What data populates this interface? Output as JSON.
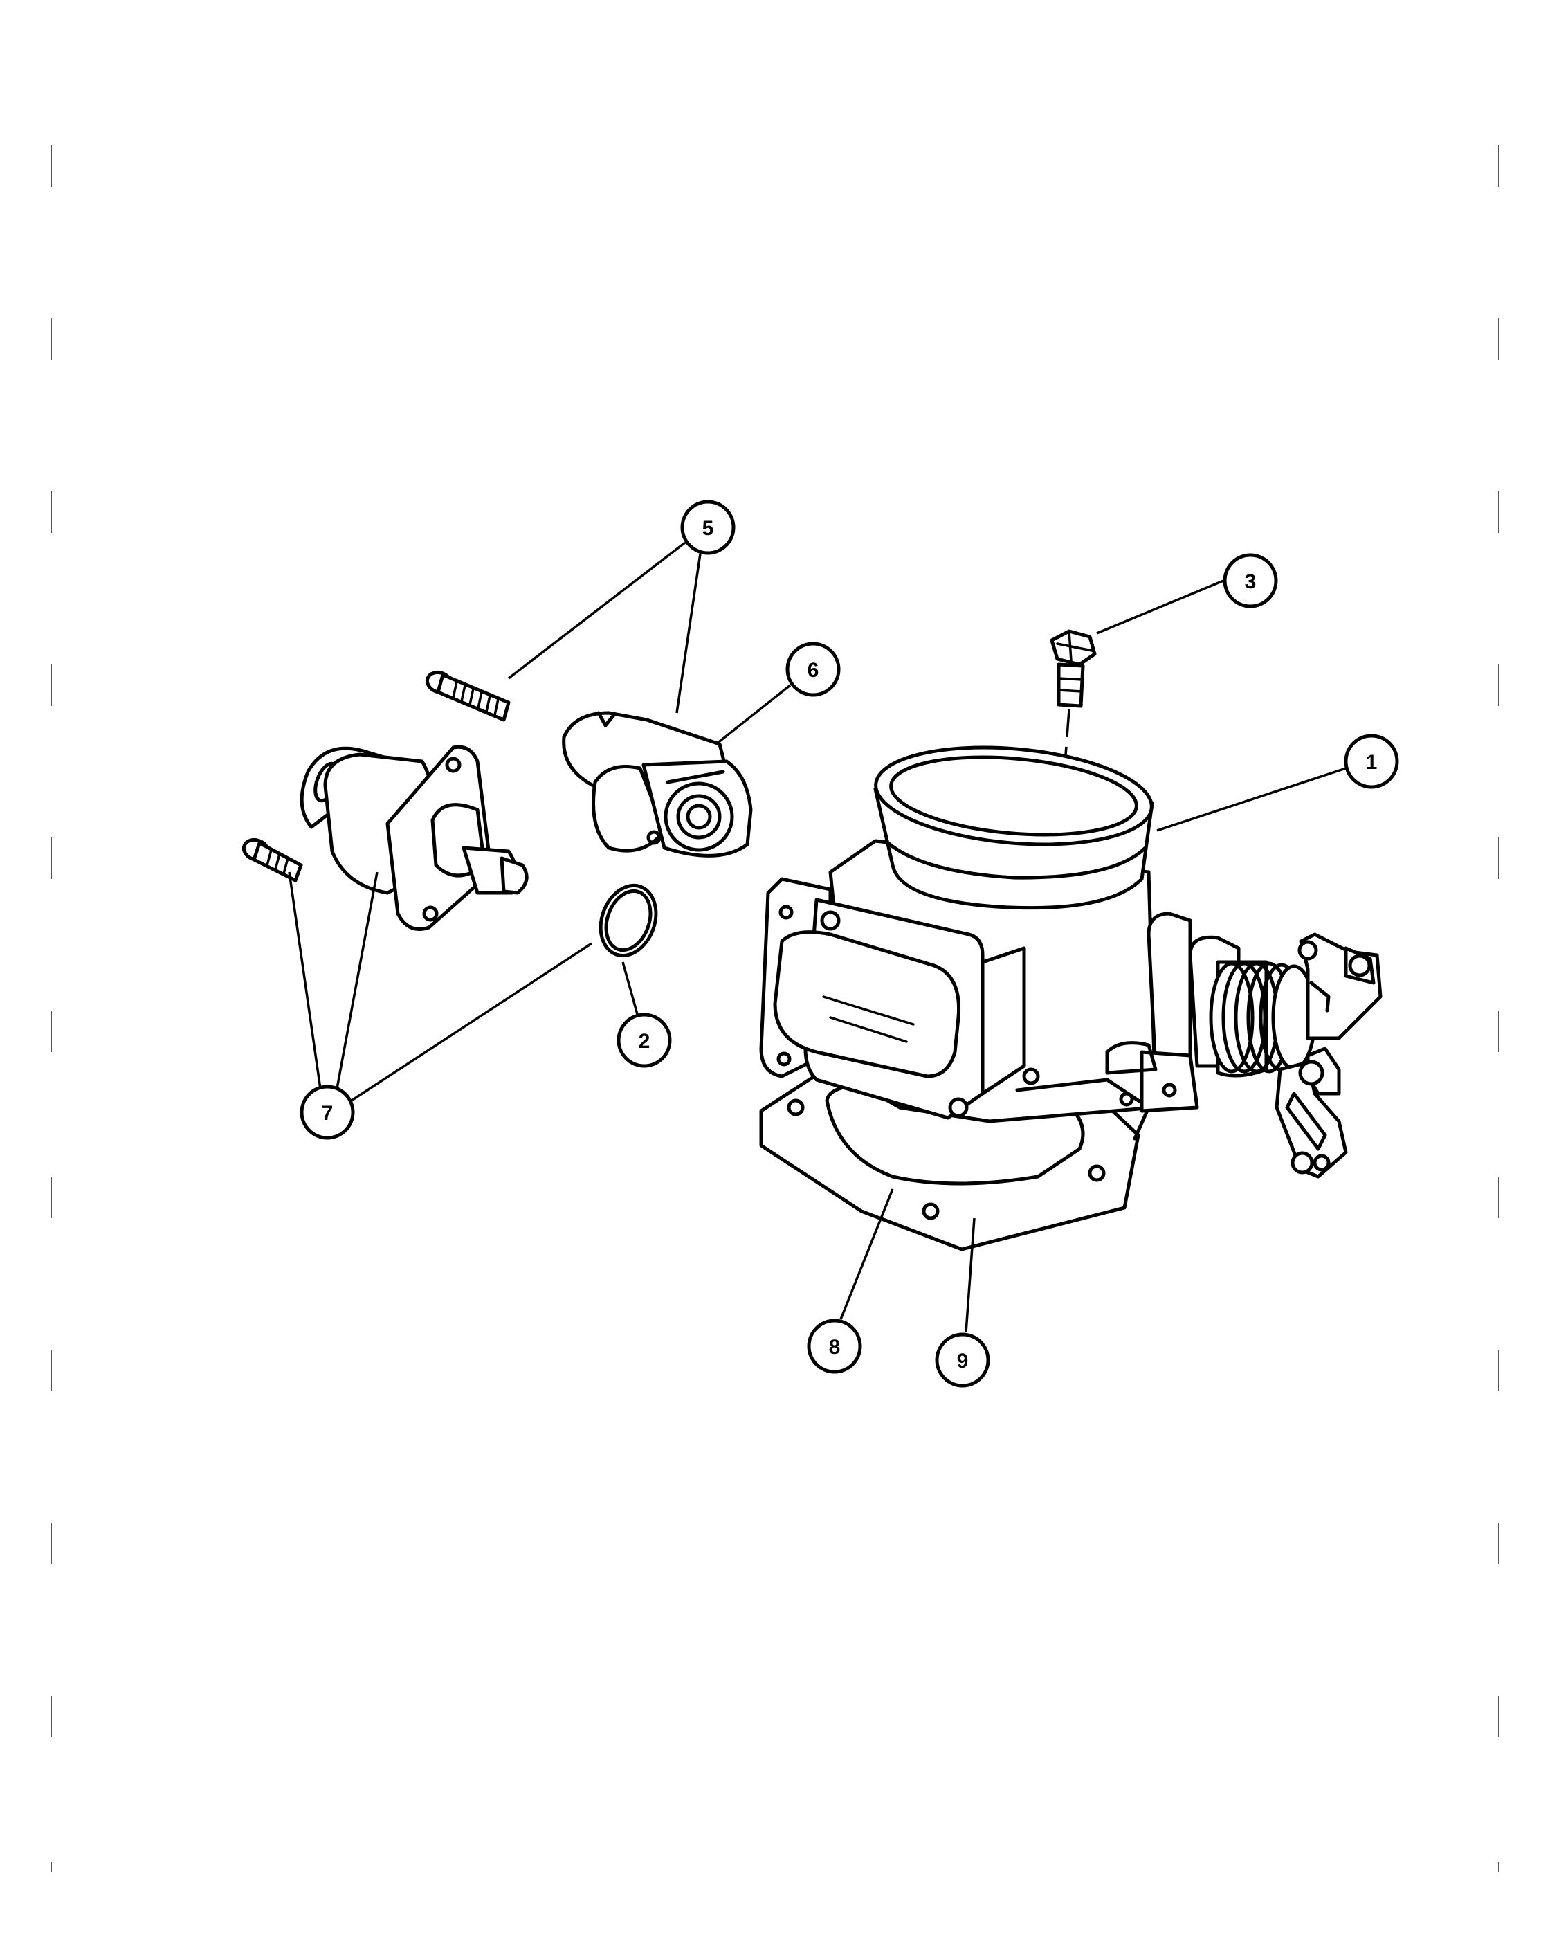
{
  "diagram": {
    "callouts": [
      {
        "id": "c1",
        "label": "1"
      },
      {
        "id": "c2",
        "label": "2"
      },
      {
        "id": "c3",
        "label": "3"
      },
      {
        "id": "c5",
        "label": "5"
      },
      {
        "id": "c6",
        "label": "6"
      },
      {
        "id": "c7",
        "label": "7"
      },
      {
        "id": "c8",
        "label": "8"
      },
      {
        "id": "c9",
        "label": "9"
      }
    ]
  }
}
